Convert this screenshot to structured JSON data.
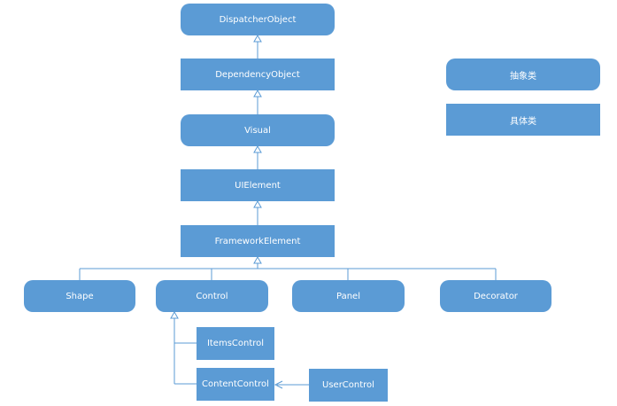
{
  "nodes": {
    "dispatcher_object": "DispatcherObject",
    "dependency_object": "DependencyObject",
    "visual": "Visual",
    "ui_element": "UIElement",
    "framework_element": "FrameworkElement",
    "shape": "Shape",
    "control": "Control",
    "panel": "Panel",
    "decorator": "Decorator",
    "items_control": "ItemsControl",
    "content_control": "ContentControl",
    "user_control": "UserControl"
  },
  "legend": {
    "abstract_label": "抽象类",
    "concrete_label": "具体类"
  },
  "colors": {
    "node_fill": "#5b9bd5",
    "line": "#5b9bd5",
    "text": "#ffffff"
  }
}
